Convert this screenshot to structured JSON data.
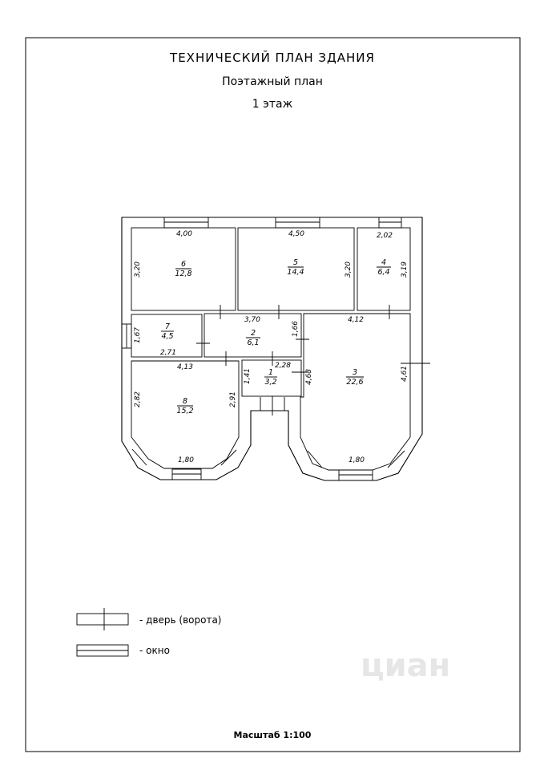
{
  "title": "ТЕХНИЧЕСКИЙ ПЛАН ЗДАНИЯ",
  "subtitle": "Поэтажный план",
  "floor": "1 этаж",
  "scale": "Масштаб 1:100",
  "watermark": "циан",
  "legend": {
    "door": "- дверь (ворота)",
    "window": "- окно"
  },
  "rooms": {
    "r1": {
      "num": "1",
      "area": "3,2"
    },
    "r2": {
      "num": "2",
      "area": "6,1"
    },
    "r3": {
      "num": "3",
      "area": "22,6"
    },
    "r4": {
      "num": "4",
      "area": "6,4"
    },
    "r5": {
      "num": "5",
      "area": "14,4"
    },
    "r6": {
      "num": "6",
      "area": "12,8"
    },
    "r7": {
      "num": "7",
      "area": "4,5"
    },
    "r8": {
      "num": "8",
      "area": "15,2"
    }
  },
  "dims": {
    "r6_w": "4,00",
    "r6_h": "3,20",
    "r5_w": "4,50",
    "r5_h": "3,20",
    "r4_w": "2,02",
    "r4_h": "3,19",
    "r7_h": "1,67",
    "r7_w": "2,71",
    "r2_w": "3,70",
    "r2_h": "1,66",
    "r3_w": "4,12",
    "r3_hl": "4,68",
    "r3_hr": "4,61",
    "r3_b": "1,80",
    "r1_w": "2,28",
    "r1_h": "1,41",
    "r8_w": "4,13",
    "r8_hl": "2,82",
    "r8_hr": "2,91",
    "r8_b": "1,80"
  }
}
